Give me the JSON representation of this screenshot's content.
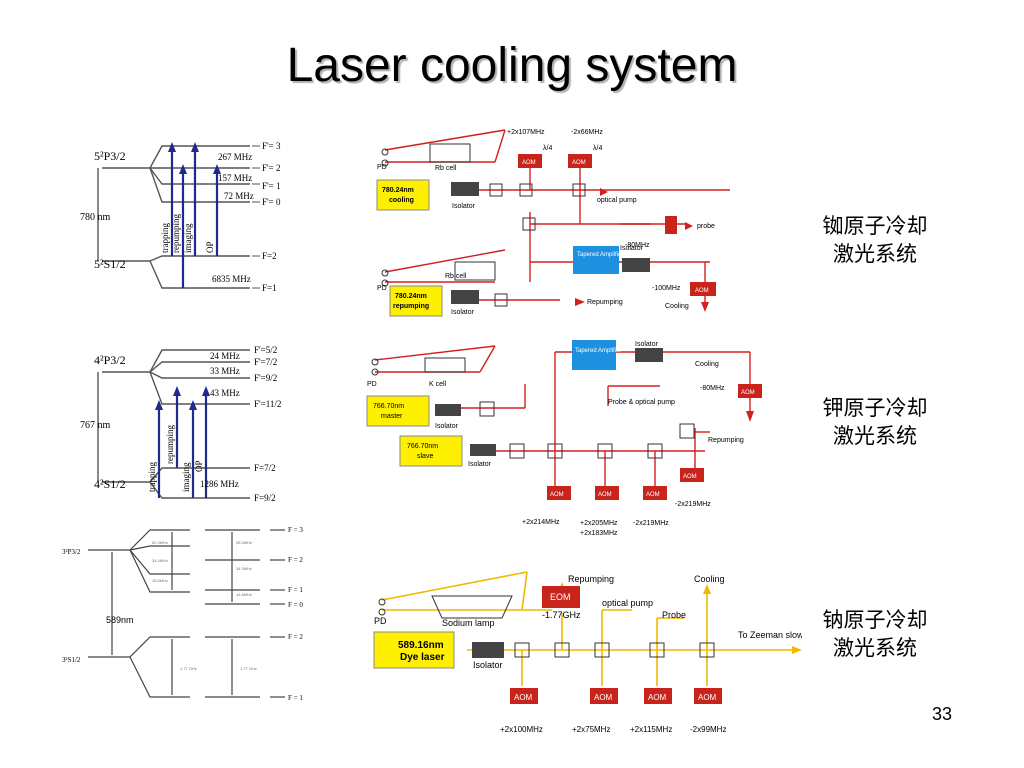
{
  "slide": {
    "title": "Laser cooling system",
    "page_number": "33",
    "captions": {
      "rb": [
        "铷原子冷却",
        "激光系统"
      ],
      "k": [
        "钾原子冷却",
        "激光系统"
      ],
      "na": [
        "钠原子冷却",
        "激光系统"
      ]
    }
  },
  "rb_levels": {
    "p_state": "5²P3/2",
    "s_state": "5²S1/2",
    "transition": "780 nm",
    "p_levels": [
      "F'= 3",
      "F'= 2",
      "F'= 1",
      "F'= 0"
    ],
    "p_splittings": [
      "267 MHz",
      "157 MHz",
      "72 MHz"
    ],
    "s_levels": [
      "F=2",
      "F=1"
    ],
    "s_splitting": "6835 MHz",
    "arrows": [
      "trapping",
      "repumping",
      "imaging",
      "OP"
    ]
  },
  "k_levels": {
    "p_state": "4²P3/2",
    "s_state": "4²S1/2",
    "transition": "767 nm",
    "p_levels": [
      "F'=5/2",
      "F'=7/2",
      "F'=9/2",
      "F'=11/2"
    ],
    "p_splittings": [
      "24 MHz",
      "33 MHz",
      "43 MHz"
    ],
    "s_levels": [
      "F=7/2",
      "F=9/2"
    ],
    "s_splitting": "1286 MHz",
    "arrows": [
      "trapping",
      "repumping",
      "imaging",
      "OP"
    ]
  },
  "na_levels": {
    "p_state": "3²P3/2",
    "s_state": "3²S1/2",
    "transition": "589nm",
    "p_levels": [
      "F = 3",
      "F = 2",
      "F = 1",
      "F = 0"
    ],
    "s_levels": [
      "F = 2",
      "F = 1"
    ]
  },
  "rb_setup": {
    "freqs": [
      "+2x107MHz",
      "-2x66MHz"
    ],
    "lambda4": "λ/4",
    "labels": {
      "pd": "PD",
      "rb_cell": "Rb cell",
      "aom": "AOM",
      "isolator": "Isolator",
      "optical_pump": "optical pump",
      "probe": "probe",
      "tapered": "Tapered Amplifier",
      "minus80": "-80MHz",
      "minus100": "-100MHz",
      "cooling": "Cooling",
      "repumping": "Repumping"
    },
    "laser1": [
      "780.24nm",
      "cooling"
    ],
    "laser2": [
      "780.24nm",
      "repumping"
    ]
  },
  "k_setup": {
    "labels": {
      "pd": "PD",
      "k_cell": "K cell",
      "isolator": "Isolator",
      "tapered": "Tapered Amplifier",
      "cooling": "Cooling",
      "minus80": "-80MHz",
      "aom": "AOM",
      "probe_op": "Probe & optical  pump",
      "repumping": "Repumping"
    },
    "laser1": [
      "766.70nm",
      "master"
    ],
    "laser2": [
      "766.70nm",
      "slave"
    ],
    "freqs": [
      "+2x214MHz",
      "+2x205MHz",
      "+2x183MHz",
      "-2x219MHz",
      "-2x219MHz"
    ]
  },
  "na_setup": {
    "labels": {
      "pd": "PD",
      "sodium": "Sodium lamp",
      "eom": "EOM",
      "eom_freq": "-1.77GHz",
      "repumping": "Repumping",
      "optical_pump": "optical  pump",
      "probe": "Probe",
      "cooling": "Cooling",
      "zeeman": "To Zeeman slower",
      "isolator": "Isolator",
      "aom": "AOM"
    },
    "laser": [
      "589.16nm",
      "Dye laser"
    ],
    "freqs": [
      "+2x100MHz",
      "+2x75MHz",
      "+2x115MHz",
      "-2x99MHz"
    ]
  },
  "colors": {
    "laser_red": "#d2201f",
    "yellow_box": "#ffef00",
    "blue_box": "#1e90e0",
    "aom_red": "#c8241c",
    "na_beam": "#f2b800",
    "level_arrow": "#1f2a8c"
  }
}
